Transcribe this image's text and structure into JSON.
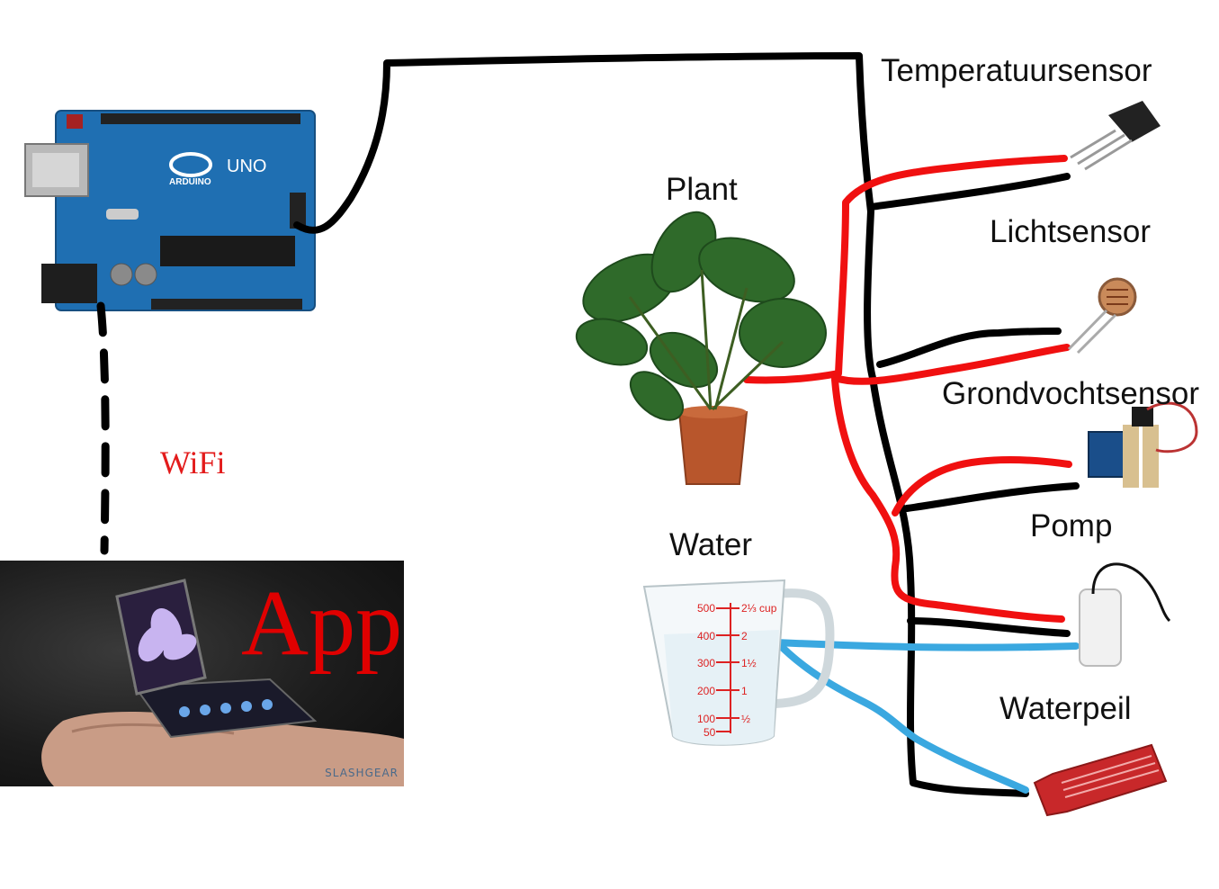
{
  "labels": {
    "temperature_sensor": "Temperatuursensor",
    "light_sensor": "Lichtsensor",
    "soil_moisture_sensor": "Grondvochtsensor",
    "pump": "Pomp",
    "water_level": "Waterpeil",
    "plant": "Plant",
    "water": "Water",
    "wifi": "WiFi",
    "app": "App"
  },
  "arduino": {
    "brand": "ARDUINO",
    "model": "UNO"
  },
  "measuring_cup": {
    "ml_ticks": [
      "500",
      "400",
      "300",
      "200",
      "100",
      "50"
    ],
    "cup_ticks": [
      "2⅓ cup",
      "2",
      "1½",
      "1",
      "½"
    ]
  },
  "watermark": "SLASHGEAR",
  "colors": {
    "signal_wire": "#000000",
    "power_wire": "#f01010",
    "water_hose": "#3aa8e0",
    "wifi_text": "#e31b1b",
    "app_text": "#e00000",
    "arduino_board": "#1f6fb2"
  }
}
